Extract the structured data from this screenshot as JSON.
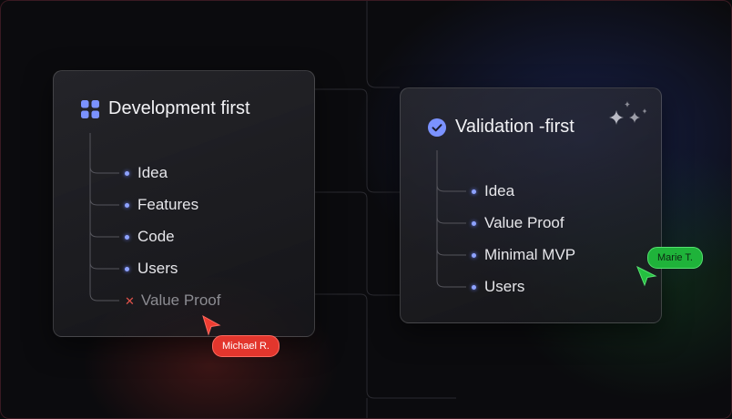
{
  "cards": {
    "development": {
      "title": "Development first",
      "items": [
        {
          "label": "Idea"
        },
        {
          "label": "Features"
        },
        {
          "label": "Code"
        },
        {
          "label": "Users"
        },
        {
          "label": "Value Proof"
        }
      ]
    },
    "validation": {
      "title": "Validation -first",
      "items": [
        {
          "label": "Idea"
        },
        {
          "label": "Value Proof"
        },
        {
          "label": "Minimal MVP"
        },
        {
          "label": "Users"
        }
      ]
    }
  },
  "cursors": {
    "michael": {
      "name": "Michael R.",
      "color": "#e3362d"
    },
    "marie": {
      "name": "Marie T.",
      "color": "#1fb33a"
    }
  },
  "colors": {
    "accent": "#6f86ff",
    "error": "#e0524a"
  },
  "icons": {
    "development": "grid-icon",
    "validation": "check-circle-icon",
    "decoration": "sparkle-icon"
  }
}
